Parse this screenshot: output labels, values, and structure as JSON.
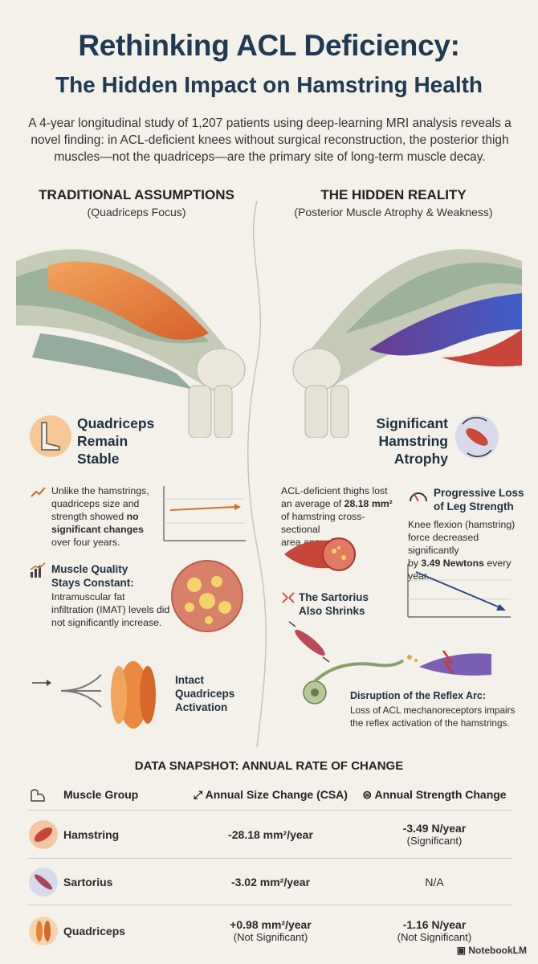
{
  "header": {
    "title_line1": "Rethinking ACL Deficiency:",
    "title_line2": "The Hidden Impact on Hamstring Health",
    "intro": "A 4-year longitudinal study of 1,207 patients using deep-learning MRI analysis reveals a novel finding: in ACL-deficient knees without surgical reconstruction, the posterior thigh muscles—not the quadriceps—are the primary site of long-term muscle decay."
  },
  "left": {
    "heading": "TRADITIONAL ASSUMPTIONS",
    "subheading": "(Quadriceps Focus)",
    "stable_title_1": "Quadriceps",
    "stable_title_2": "Remain",
    "stable_title_3": "Stable",
    "size_text_1": "Unlike the hamstrings,",
    "size_text_2": "quadriceps size and",
    "size_text_3": "strength showed ",
    "size_text_bold_1": "no",
    "size_text_bold_2": "significant changes",
    "size_text_4": "over four years.",
    "quality_title_1": "Muscle Quality",
    "quality_title_2": "Stays Constant:",
    "quality_text_1": "Intramuscular fat",
    "quality_text_2": "infiltration (IMAT) levels did",
    "quality_text_3": "not significantly increase.",
    "activation_1": "Intact",
    "activation_2": "Quadriceps",
    "activation_3": "Activation"
  },
  "right": {
    "heading": "THE HIDDEN REALITY",
    "subheading": "(Posterior Muscle Atrophy & Weakness)",
    "atrophy_title_1": "Significant",
    "atrophy_title_2": "Hamstring",
    "atrophy_title_3": "Atrophy",
    "csa_text_1": "ACL-deficient thighs lost",
    "csa_text_2": "an average of ",
    "csa_bold": "28.18 mm²",
    "csa_text_3": "of hamstring cross-sectional",
    "csa_text_4": "area annually.",
    "strength_title_1": "Progressive Loss",
    "strength_title_2": "of Leg Strength",
    "strength_text_1": "Knee flexion (hamstring)",
    "strength_text_2": "force decreased significantly",
    "strength_text_3": "by ",
    "strength_bold": "3.49 Newtons",
    "strength_text_4": " every year.",
    "sartorius_1": "The Sartorius",
    "sartorius_2": "Also Shrinks",
    "reflex_title": "Disruption of the Reflex Arc:",
    "reflex_text_1": "Loss of ACL mechanoreceptors impairs",
    "reflex_text_2": "the reflex activation of the hamstrings."
  },
  "snapshot": {
    "title": "DATA SNAPSHOT: ANNUAL RATE OF CHANGE",
    "col_group": "Muscle Group",
    "col_size": "Annual Size Change (CSA)",
    "col_strength": "Annual Strength Change",
    "rows": [
      {
        "group": "Hamstring",
        "size": "-28.18 mm²/year",
        "size_note": "",
        "strength": "-3.49 N/year",
        "strength_note": "(Significant)"
      },
      {
        "group": "Sartorius",
        "size": "-3.02 mm²/year",
        "size_note": "",
        "strength": "N/A",
        "strength_note": ""
      },
      {
        "group": "Quadriceps",
        "size": "+0.98 mm²/year",
        "size_note": "(Not Significant)",
        "strength": "-1.16 N/year",
        "strength_note": "(Not Significant)"
      }
    ]
  },
  "footer": {
    "brand": "NotebookLM"
  },
  "colors": {
    "title": "#1f3a52",
    "quad_orange": "#e8823a",
    "ham_blue": "#4a5fb5",
    "ham_red": "#c8453a",
    "bone": "#e6e2d6",
    "background": "#f3f1ea"
  }
}
